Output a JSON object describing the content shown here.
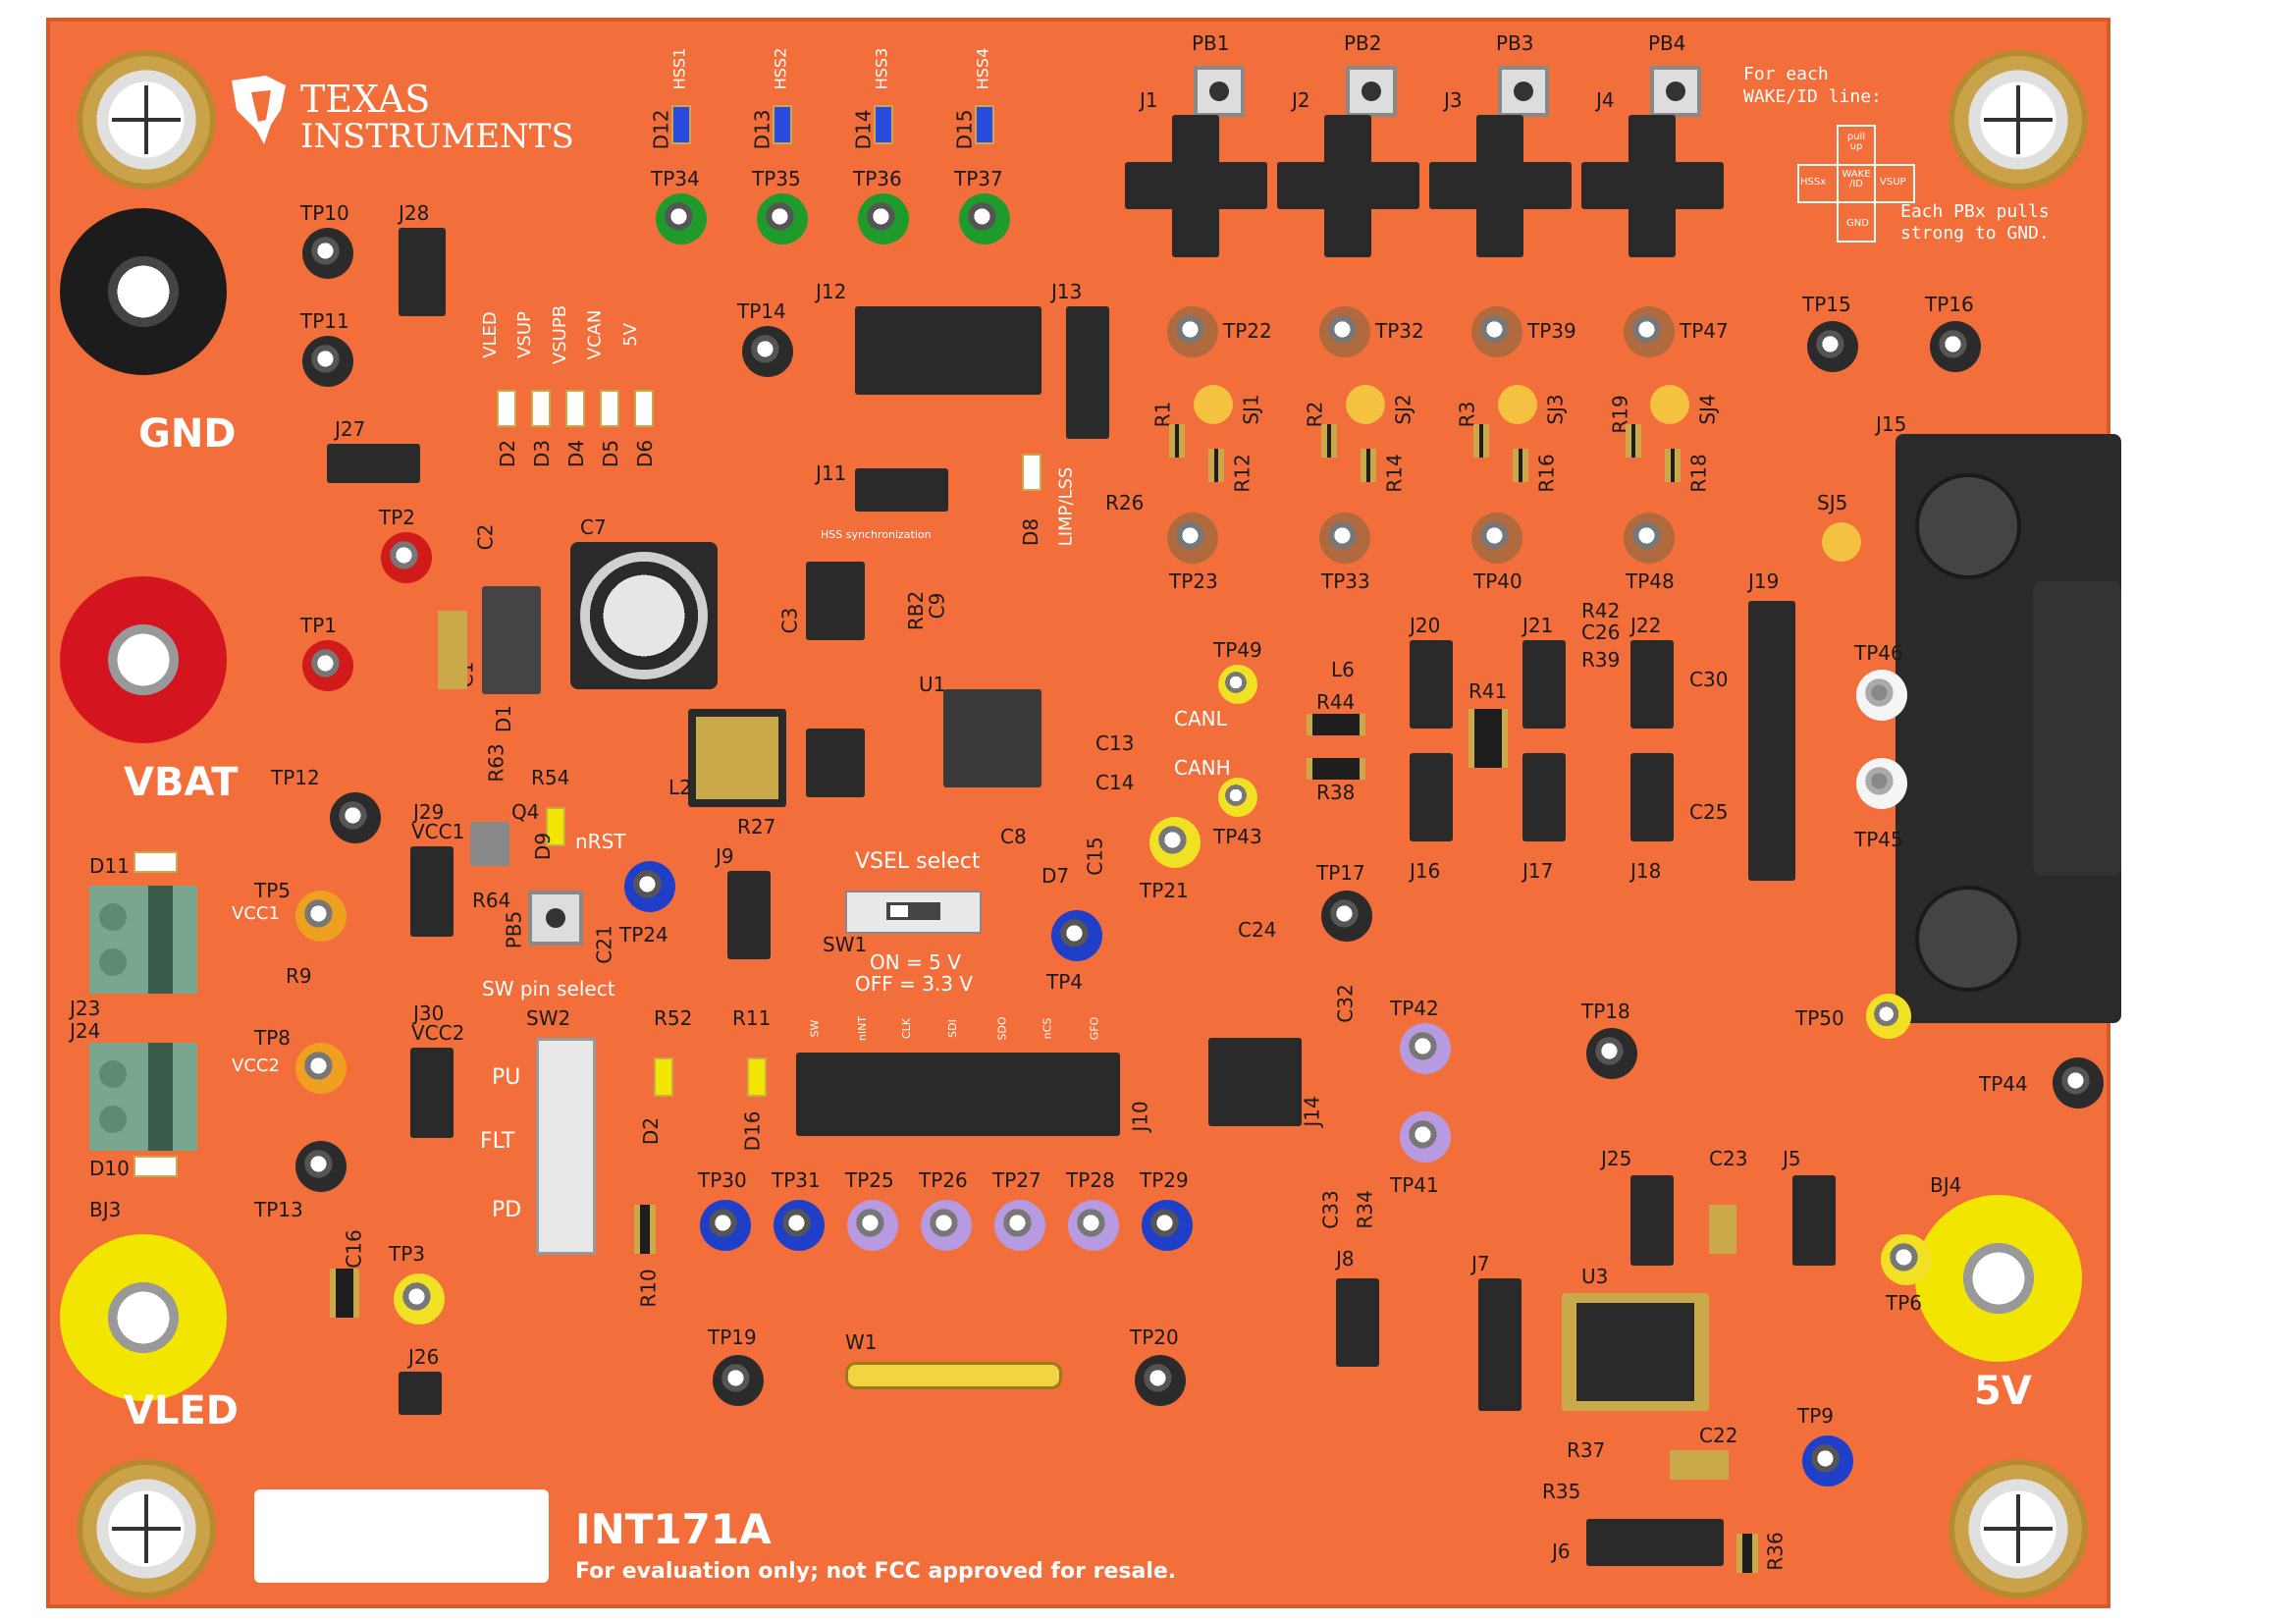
{
  "board": {
    "name": "INT171A",
    "notice": "For evaluation only; not FCC approved for resale.",
    "brand_line1": "TEXAS",
    "brand_line2": "INSTRUMENTS"
  },
  "connectors": {
    "gnd": "GND",
    "vbat": "VBAT",
    "vled": "VLED",
    "five_v": "5V",
    "bj3": "BJ3",
    "bj4": "BJ4",
    "j15": "J15"
  },
  "wake_note": {
    "line1": "For each",
    "line2": "WAKE/ID line:",
    "cross_top": "pull up",
    "cross_center": "WAKE /ID",
    "cross_left": "HSSx",
    "cross_right": "VSUP",
    "cross_bottom": "GND",
    "pull_line1": "Each PBx pulls",
    "pull_line2": "strong to GND."
  },
  "switches": {
    "vsel_title": "VSEL select",
    "vsel_on": "ON = 5 V",
    "vsel_off": "OFF = 3.3 V",
    "sw1": "SW1",
    "sw_pin_title": "SW pin select",
    "sw2": "SW2",
    "pu": "PU",
    "flt": "FLT",
    "pd": "PD",
    "nrst": "nRST"
  },
  "hss": [
    "HSS1",
    "HSS2",
    "HSS3",
    "HSS4"
  ],
  "hss_leds": [
    "D12",
    "D13",
    "D14",
    "D15"
  ],
  "tp_top": [
    "TP34",
    "TP35",
    "TP36",
    "TP37"
  ],
  "pb": [
    "PB1",
    "PB2",
    "PB3",
    "PB4"
  ],
  "jcross": [
    "J1",
    "J2",
    "J3",
    "J4"
  ],
  "tp_mid": [
    "TP22",
    "TP32",
    "TP39",
    "TP47"
  ],
  "tp_low": [
    "TP23",
    "TP33",
    "TP40",
    "TP48"
  ],
  "sj": [
    "SJ1",
    "SJ2",
    "SJ3",
    "SJ4"
  ],
  "supply_leds": [
    "VLED",
    "VSUP",
    "VSUPB",
    "VCAN",
    "5V"
  ],
  "supply_refs": [
    "D2",
    "D3",
    "D4",
    "D5",
    "D6"
  ],
  "tp_row": [
    "TP30",
    "TP31",
    "TP25",
    "TP26",
    "TP27",
    "TP28",
    "TP29"
  ],
  "j10_pins": [
    "SW",
    "nINT",
    "CLK",
    "SDI",
    "SDO",
    "nCS",
    "GFO"
  ],
  "labels": {
    "tp10": "TP10",
    "tp11": "TP11",
    "j28": "J28",
    "j27": "J27",
    "tp2": "TP2",
    "tp1": "TP1",
    "c2": "C2",
    "c7": "C7",
    "c1": "C1",
    "d1": "D1",
    "c3": "C3",
    "rb2": "RB2",
    "c9": "C9",
    "u1": "U1",
    "l2": "L2",
    "r27": "R27",
    "c8": "C8",
    "c13": "C13",
    "c14": "C14",
    "c15": "C15",
    "tp14": "TP14",
    "j12": "J12",
    "j13": "J13",
    "j11": "J11",
    "d8": "D8",
    "r26": "R26",
    "limp": "LIMP/LSS",
    "hss_sync": "HSS synchronization",
    "tp12": "TP12",
    "j29": "J29",
    "vcc1": "VCC1",
    "r63": "R63",
    "r54": "R54",
    "q4": "Q4",
    "d9": "D9",
    "r64": "R64",
    "pb5": "PB5",
    "c21": "C21",
    "tp24": "TP24",
    "j9": "J9",
    "tp5": "TP5",
    "d11": "D11",
    "j23": "J23",
    "j24": "J24",
    "r9": "R9",
    "tp8": "TP8",
    "vcc2": "VCC2",
    "j30": "J30",
    "d10": "D10",
    "tp13": "TP13",
    "d7": "D7",
    "tp21": "TP21",
    "tp4": "TP4",
    "c24": "C24",
    "tp49": "TP49",
    "tp43": "TP43",
    "canl": "CANL",
    "canh": "CANH",
    "l6": "L6",
    "r44": "R44",
    "r38": "R38",
    "j20": "J20",
    "j21": "J21",
    "j22": "J22",
    "r42": "R42",
    "c26": "C26",
    "r39": "R39",
    "r41": "R41",
    "c30": "C30",
    "c25": "C25",
    "j16": "J16",
    "j17": "J17",
    "j18": "J18",
    "j19": "J19",
    "tp46": "TP46",
    "tp45": "TP45",
    "sj5": "SJ5",
    "tp15": "TP15",
    "tp16": "TP16",
    "tp17": "TP17",
    "tp18": "TP18",
    "tp50": "TP50",
    "tp44": "TP44",
    "tp42": "TP42",
    "tp41": "TP41",
    "c32": "C32",
    "c33": "C33",
    "r34": "R34",
    "j14": "J14",
    "r52": "R52",
    "r11": "R11",
    "d2b": "D2",
    "d16": "D16",
    "j10": "J10",
    "r10": "R10",
    "c16": "C16",
    "tp3": "TP3",
    "j26": "J26",
    "tp19": "TP19",
    "w1": "W1",
    "tp20": "TP20",
    "j25": "J25",
    "c23": "C23",
    "j5": "J5",
    "tp6": "TP6",
    "u3": "U3",
    "j8": "J8",
    "j7": "J7",
    "r37": "R37",
    "c22": "C22",
    "tp9": "TP9",
    "r35": "R35",
    "j6": "J6",
    "r36": "R36",
    "r1": "R1",
    "r2": "R2",
    "r3": "R3",
    "r19": "R19",
    "r12": "R12",
    "r14": "R14",
    "r16": "R16",
    "r18": "R18"
  },
  "colors": {
    "board": "#f26e3a",
    "silk": "#ffffff",
    "gold": "#c9a94a"
  }
}
